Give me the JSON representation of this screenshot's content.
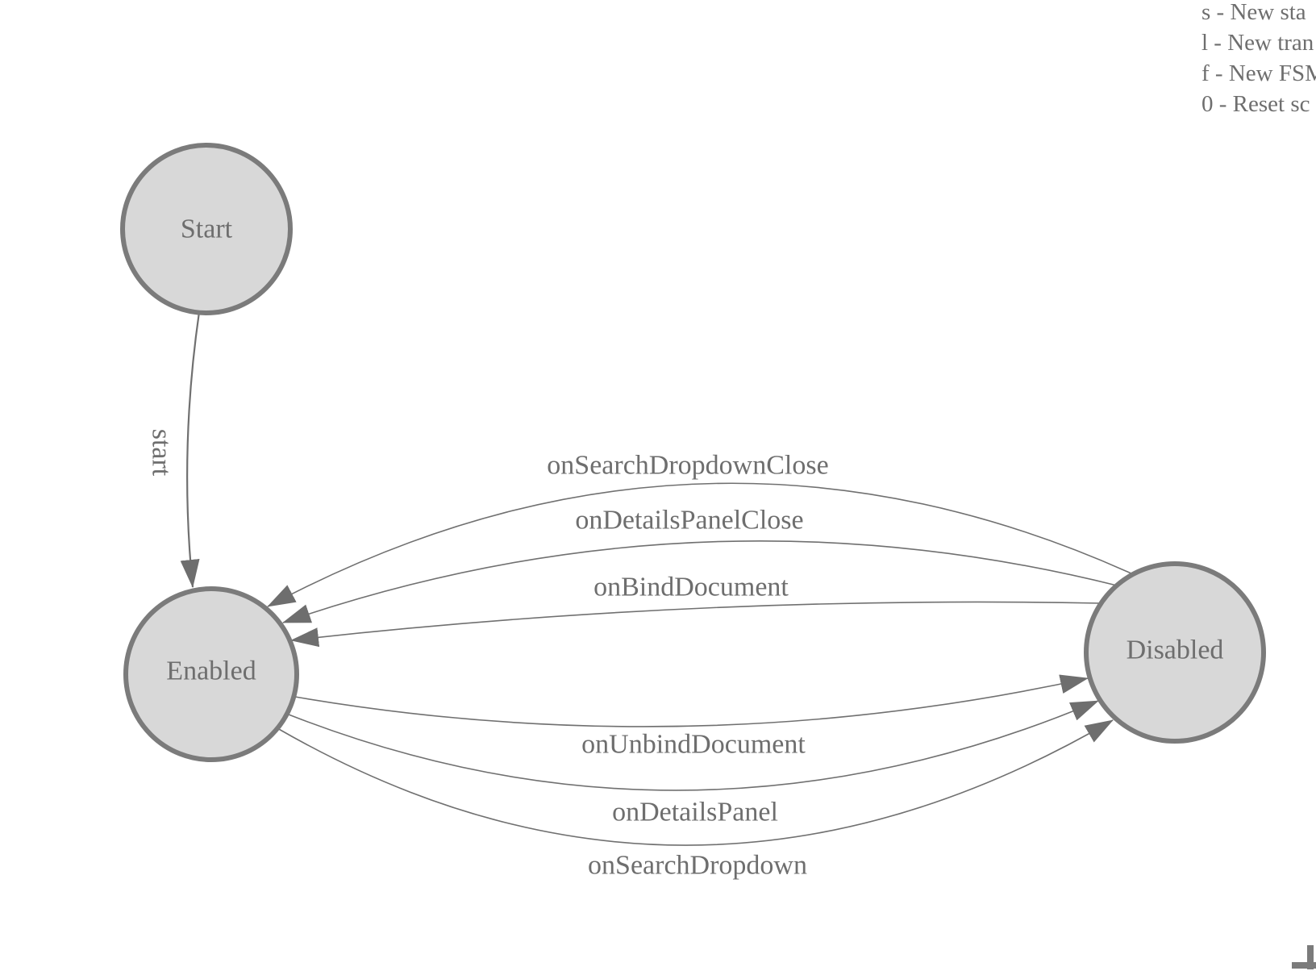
{
  "app": {
    "background": "#ffffff"
  },
  "legend": {
    "items": [
      "s - New sta",
      "l - New tran",
      "f - New FSM",
      "0 - Reset sc"
    ]
  },
  "states": [
    {
      "label": "Start"
    },
    {
      "label": "Enabled"
    },
    {
      "label": "Disabled"
    }
  ],
  "transitions": [
    {
      "label": "start",
      "from": "Start",
      "to": "Enabled"
    },
    {
      "label": "onSearchDropdownClose",
      "from": "Disabled",
      "to": "Enabled"
    },
    {
      "label": "onDetailsPanelClose",
      "from": "Disabled",
      "to": "Enabled"
    },
    {
      "label": "onBindDocument",
      "from": "Disabled",
      "to": "Enabled"
    },
    {
      "label": "onUnbindDocument",
      "from": "Enabled",
      "to": "Disabled"
    },
    {
      "label": "onDetailsPanel",
      "from": "Enabled",
      "to": "Disabled"
    },
    {
      "label": "onSearchDropdown",
      "from": "Enabled",
      "to": "Disabled"
    }
  ],
  "colors": {
    "state_fill": "#d8d8d8",
    "state_stroke": "#7b7b7b",
    "label_text": "#6e6e6e",
    "edge_line": "#707070",
    "arrowhead": "#6e6e6e",
    "legend_text": "#6e6e6e"
  }
}
